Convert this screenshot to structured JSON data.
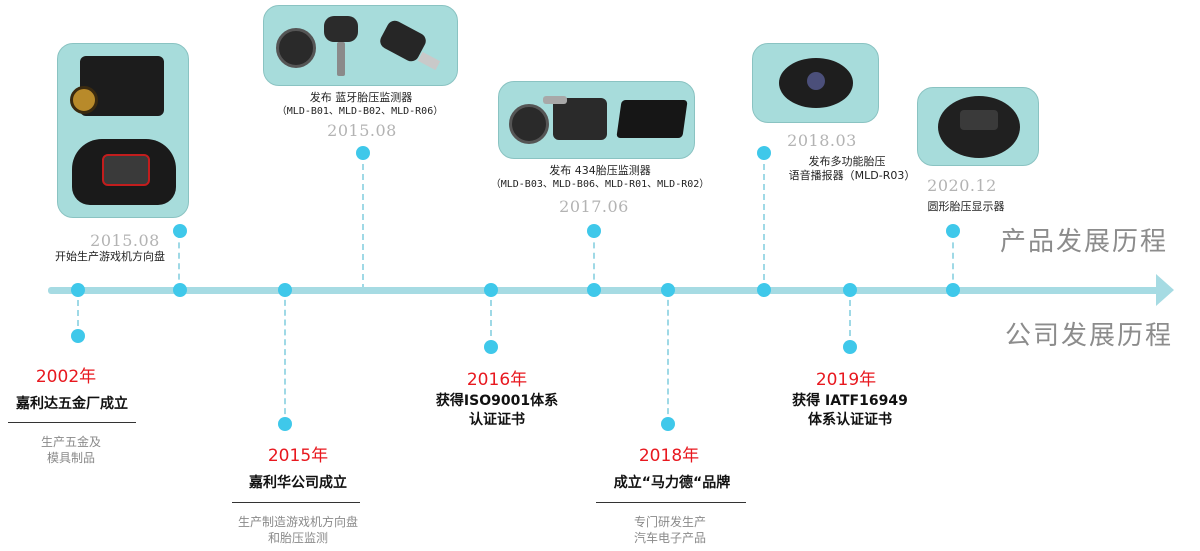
{
  "sections": {
    "product": "产品发展历程",
    "company": "公司发展历程"
  },
  "products": [
    {
      "date": "2015.08",
      "desc": "开始生产游戏机方向盘",
      "code": ""
    },
    {
      "date": "2015.08",
      "desc": "发布 蓝牙胎压监测器",
      "code": "（MLD-B01、MLD-B02、MLD-R06）"
    },
    {
      "date": "2017.06",
      "desc": "发布 434胎压监测器",
      "code": "（MLD-B03、MLD-B06、MLD-R01、MLD-R02）"
    },
    {
      "date": "2018.03",
      "desc": "发布多功能胎压",
      "desc2": "语音播报器（MLD-R03）"
    },
    {
      "date": "2020.12",
      "desc": "圆形胎压显示器",
      "code": ""
    }
  ],
  "milestones": [
    {
      "year": "2002年",
      "title": "嘉利达五金厂成立",
      "sub1": "生产五金及",
      "sub2": "模具制品"
    },
    {
      "year": "2015年",
      "title": "嘉利华公司成立",
      "sub1": "生产制造游戏机方向盘",
      "sub2": "和胎压监测"
    },
    {
      "year": "2016年",
      "title1": "获得ISO9001体系",
      "title2": "认证证书"
    },
    {
      "year": "2018年",
      "title": "成立“马力德“品牌",
      "sub1": "专门研发生产",
      "sub2": "汽车电子产品"
    },
    {
      "year": "2019年",
      "title1": "获得 IATF16949",
      "title2": "体系认证证书"
    }
  ],
  "colors": {
    "accent_dot": "#3fc8ea",
    "axis": "#a6dbe3",
    "card": "#a7dcdb",
    "year": "#e8181f"
  }
}
